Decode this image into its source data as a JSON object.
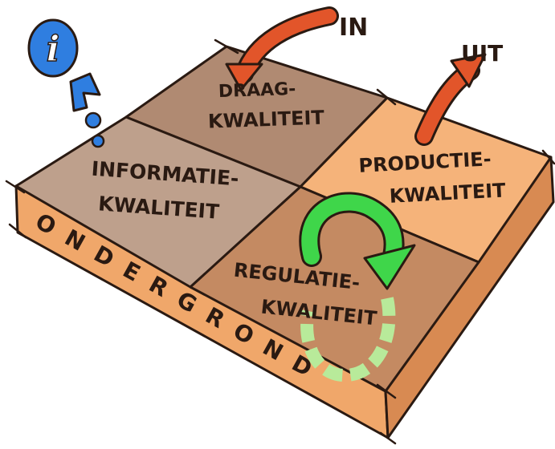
{
  "quadrants": {
    "draag": {
      "line1": "DRAAG-",
      "line2": "KWALITEIT"
    },
    "informatie": {
      "line1": "INFORMATIE-",
      "line2": "KWALITEIT"
    },
    "productie": {
      "line1": "PRODUCTIE-",
      "line2": "KWALITEIT"
    },
    "regulatie": {
      "line1": "REGULATIE-",
      "line2": "KWALITEIT"
    }
  },
  "arrows": {
    "in": "IN",
    "uit": "UIT"
  },
  "base": {
    "label": "ONDERGROND"
  },
  "info_badge": {
    "glyph": "i"
  },
  "colors": {
    "draag": "#b08a72",
    "informatie": "#bea08c",
    "productie": "#f5b37a",
    "regulatie": "#c48a62",
    "base_front": "#f0a76a",
    "base_side": "#d88a52",
    "arrow_red": "#e2552a",
    "arrow_green": "#3fd64a",
    "loop_dashed": "#b8ea9a",
    "info_blue": "#2f7ee0"
  }
}
